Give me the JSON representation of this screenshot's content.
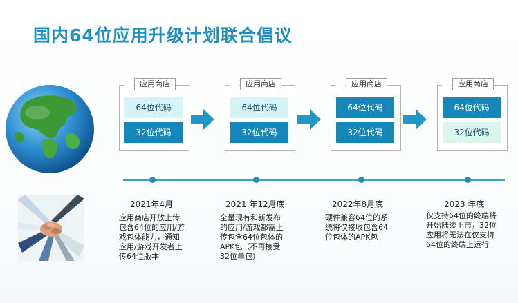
{
  "title": "国内64位应用升级计划联合倡议",
  "stages": [
    {
      "store": "应用商店",
      "code64": "64位代码",
      "code32": "32位代码"
    },
    {
      "store": "应用商店",
      "code64": "64位代码",
      "code32": "32位代码"
    },
    {
      "store": "应用商店",
      "code64": "64位代码",
      "code32": "32位代码"
    },
    {
      "store": "应用商店",
      "code64": "64位代码",
      "code32": "32位代码"
    }
  ],
  "milestones": [
    {
      "date": "2021年4月",
      "desc": [
        "应用商店开放上传",
        "包含64位的应用/游",
        "戏包体能力，通知",
        "应用/游戏开发者上",
        "传64位版本"
      ]
    },
    {
      "date": "2021 年12月底",
      "desc": [
        "全量现有和新发布",
        "的应用/游戏都需上",
        "传包含64位包体的",
        "APK包（不再接受",
        "32位单包）"
      ]
    },
    {
      "date": "2022年8月底",
      "desc": [
        "硬件兼容64位的系",
        "统将仅接收包含64",
        "位包体的APK包"
      ]
    },
    {
      "date": "2023 年底",
      "desc": [
        "仅支持64位的终端将",
        "开始陆续上市，32位",
        "应用将无法在仅支持",
        "64位的终端上运行"
      ]
    }
  ],
  "colors": {
    "accent": "#1f8fbf",
    "block_dark": "#1587b9",
    "block_light": "#d6f3f7",
    "arrow": "#1f98c7"
  },
  "icons": [
    "globe-image",
    "hands-image",
    "arrow-right-icon"
  ]
}
